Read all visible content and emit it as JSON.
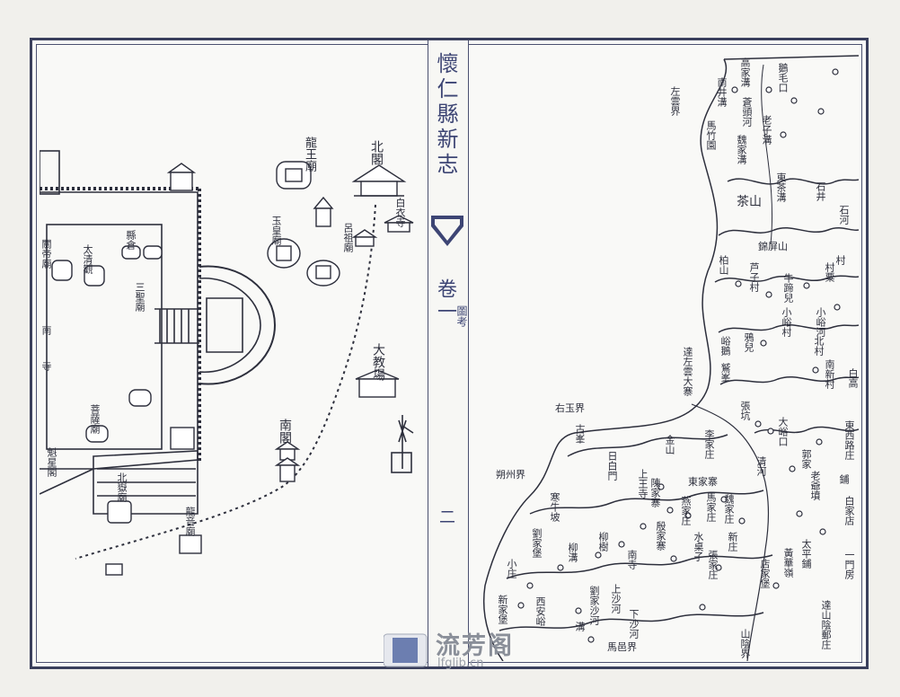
{
  "title": "懷仁縣新志",
  "volume": "卷一",
  "section": "圖考",
  "page_number": "二",
  "watermark": {
    "name": "流芳阁",
    "url": "lfglib.cn"
  },
  "left_map": {
    "labels": {
      "north_gate": "北閣",
      "dragon_king_temple": "龍王廟",
      "baiyi_temple": "白衣寺",
      "yuhuang_temple": "玉皇廟",
      "lvzu_temple": "呂祖廟",
      "parade_ground": "大教場",
      "south_gate": "南閣",
      "county_office": "縣倉",
      "taiqing_temple": "太清觀",
      "guandi_temple": "關帝廟",
      "sansheng_temple": "三聖廟",
      "pusa_temple": "菩薩廟",
      "north_temple": "北嶽廟",
      "longyin_temple": "龍音廟",
      "left_edge_char1": "南",
      "left_edge_char2": "寺",
      "wenchang_pavilion": "魁星閣"
    }
  },
  "right_map": {
    "labels": {
      "l01": "左雲界",
      "l02": "南井溝",
      "l03": "馬竹園",
      "l04": "高家溝",
      "l05": "鵝毛口",
      "l06": "老子溝",
      "l07": "蒼頭河",
      "l08": "魏家溝",
      "l09": "東茶溝",
      "l10": "茶山",
      "l11": "石井",
      "l12": "石河",
      "l13": "村",
      "l14": "錦屏山",
      "l15": "柏山",
      "l16": "芦子村",
      "l17": "牛蹄兒",
      "l18": "村粟",
      "l19": "小峪村",
      "l20": "鴉兒",
      "l21": "小峪河",
      "l22": "北村",
      "l23": "峪鵝",
      "l24": "鷲峯",
      "l25": "南新村",
      "l26": "達左雲大寨",
      "l27": "白高",
      "l28": "張坑",
      "l29": "大峪口",
      "l30": "東西路庄",
      "l31": "右玉界",
      "l32": "李家庄",
      "l33": "金山",
      "l34": "古峯",
      "l35": "東家寨",
      "l36": "日白門",
      "l37": "上王寺",
      "l38": "清河",
      "l39": "郭家",
      "l40": "老爺墳",
      "l41": "鋪",
      "l42": "白家店",
      "l43": "朔州界",
      "l44": "馬家庄",
      "l45": "燕家庄",
      "l46": "魏家庄",
      "l47": "水桌子",
      "l48": "新庄",
      "l49": "寒牛坡",
      "l50": "陳家寨",
      "l51": "殷家寨",
      "l52": "劉家堡",
      "l53": "張家庄",
      "l54": "柳溝",
      "l55": "南寺",
      "l56": "柳樹",
      "l57": "上沙河",
      "l58": "下沙河",
      "l59": "一門房",
      "l60": "黃華嶺",
      "l61": "店家堡",
      "l62": "達山陰郵庄",
      "l63": "山陰界",
      "l64": "馬邑界",
      "l65": "劉家沙河",
      "l66": "西安峪",
      "l67": "小庄",
      "l68": "太平鋪",
      "l69": "溝",
      "l70": "新家堡"
    }
  },
  "colors": {
    "ink": "#2d2f3c",
    "frame": "#3a3f5c",
    "title_blue": "#3d4574",
    "paper": "#f9f9f7"
  }
}
